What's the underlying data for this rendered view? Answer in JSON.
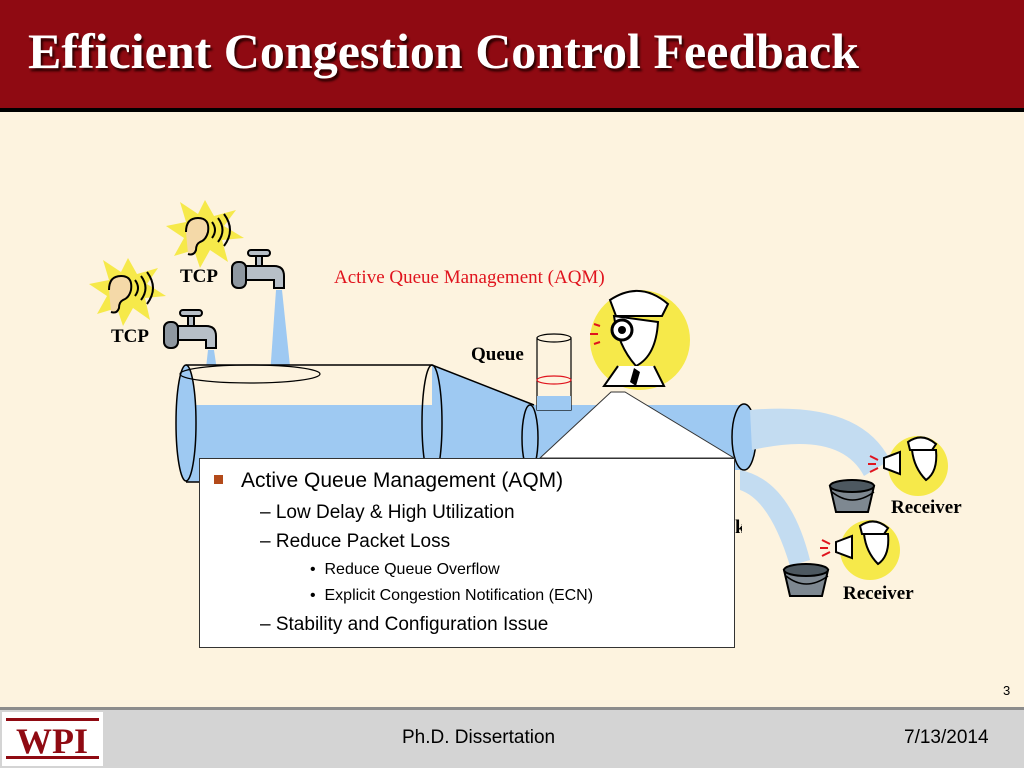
{
  "slide": {
    "title": "Efficient Congestion Control Feedback",
    "page_number": "3"
  },
  "diagram": {
    "tcp_label_1": "TCP",
    "tcp_label_2": "TCP",
    "aqm_label": "Active Queue Management (AQM)",
    "queue_label": "Queue",
    "receiver_label_1": "Receiver",
    "receiver_label_2": "Receiver",
    "hidden_fragment": "k"
  },
  "callout": {
    "bullet1": "Active Queue Management (AQM)",
    "sub1": "Low Delay & High Utilization",
    "sub2": "Reduce Packet Loss",
    "subsub1": "Reduce Queue Overflow",
    "subsub2": "Explicit Congestion Notification (ECN)",
    "sub3": "Stability and Configuration Issue",
    "dash": "–",
    "dot": "•"
  },
  "footer": {
    "logo_text": "WPI",
    "center": "Ph.D. Dissertation",
    "date": "7/13/2014"
  },
  "colors": {
    "title_bg": "#8f0a12",
    "background": "#fdf3df",
    "water": "#9ec9f2",
    "aqm_text": "#e0141e",
    "starburst": "#f6e94a"
  },
  "icons": [
    "ear-icon",
    "faucet-icon",
    "detective-icon",
    "bucket-icon",
    "megaphone-person-icon"
  ]
}
